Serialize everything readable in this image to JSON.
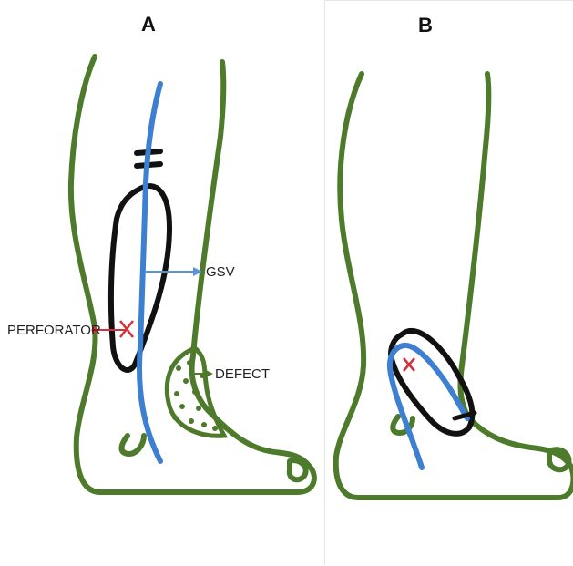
{
  "panels": [
    {
      "letter": "A"
    },
    {
      "letter": "B"
    }
  ],
  "labels": {
    "gsv": "GSV",
    "perforator": "PERFORATOR",
    "defect": "DEFECT"
  },
  "colors": {
    "leg_outline": "#4e7a2b",
    "vein": "#3d7fd0",
    "flap_outline": "#111111",
    "perforator": "#d6303a",
    "gsv_arrow": "#5a93d6"
  }
}
